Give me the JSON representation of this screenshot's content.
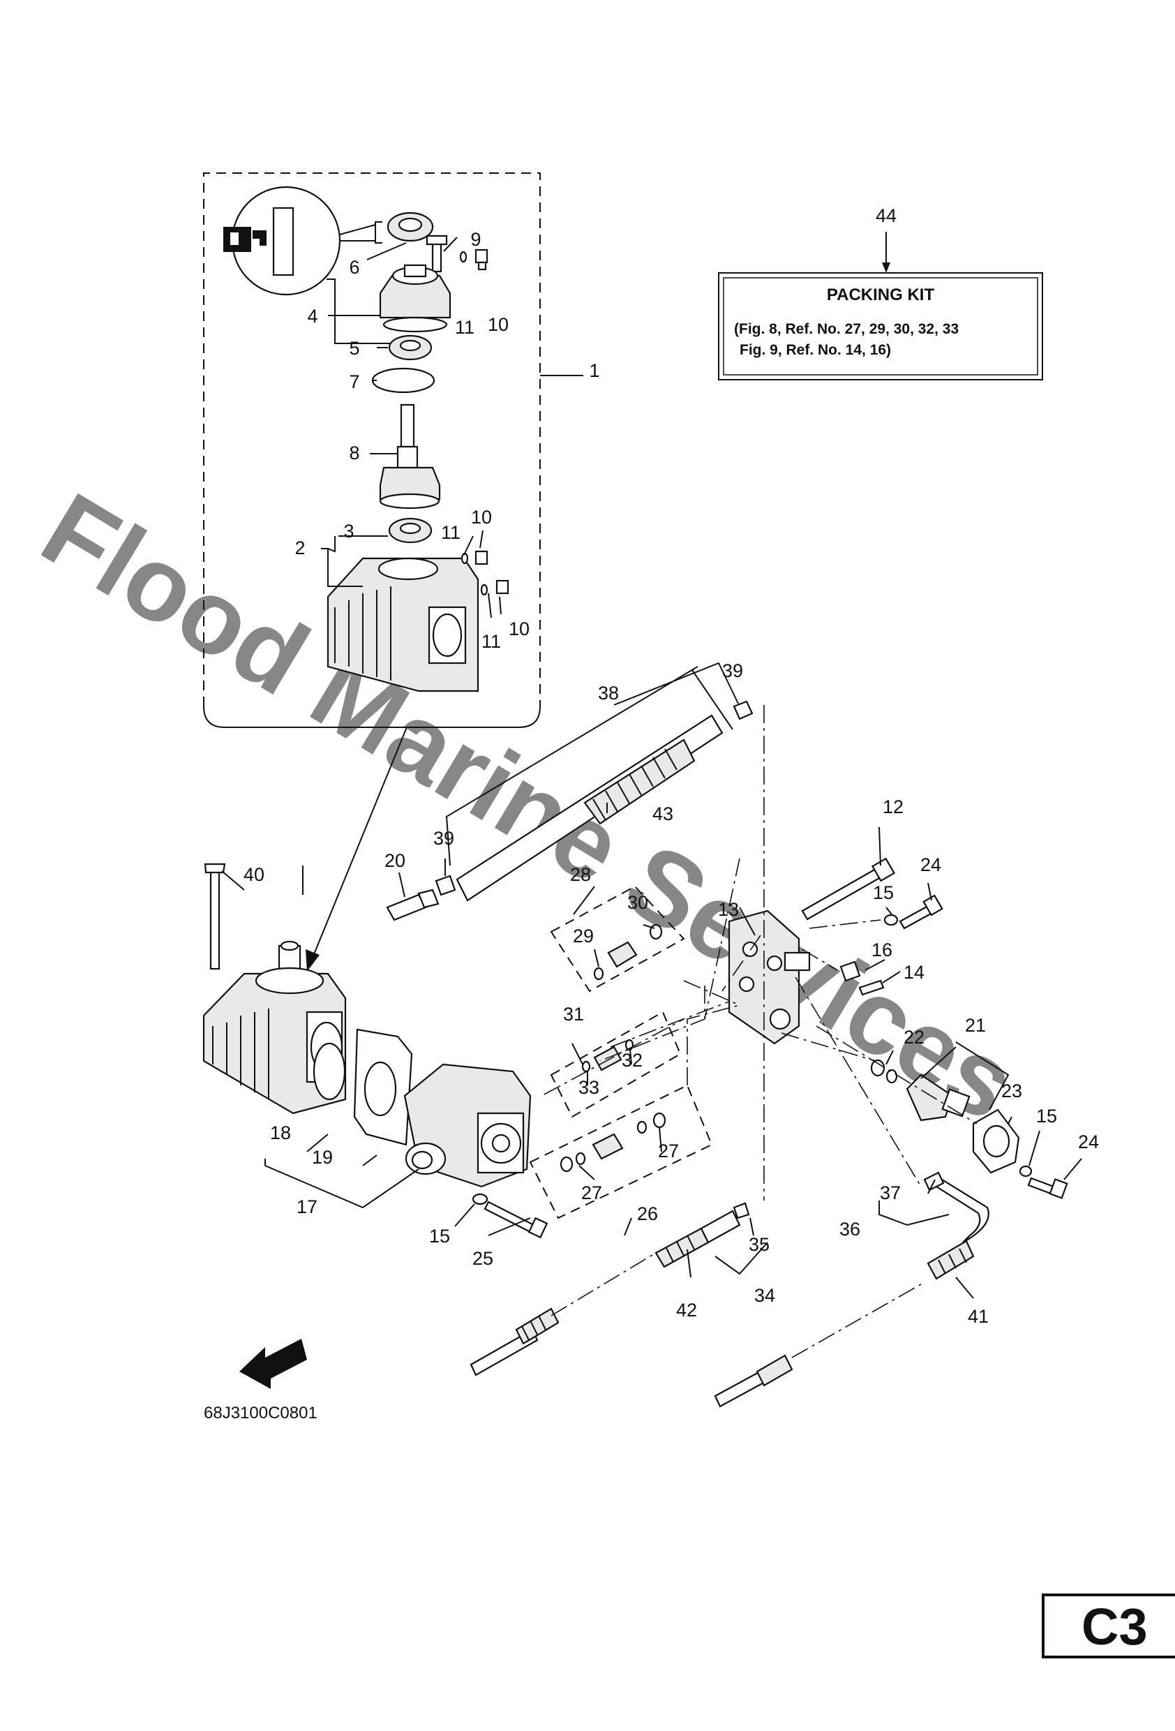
{
  "watermark": "Flood Marine Services",
  "packing_kit": {
    "ref": "44",
    "title": "PACKING KIT",
    "line1": "(Fig. 8, Ref. No. 27, 29, 30, 32, 33",
    "line2": "Fig. 9, Ref. No. 14, 16)"
  },
  "figure_code": "68J3100C0801",
  "page_code": "C3",
  "fwd_label": "FWD",
  "callouts": {
    "c1": "1",
    "c2": "2",
    "c3": "3",
    "c4": "4",
    "c5": "5",
    "c6": "6",
    "c7": "7",
    "c8": "8",
    "c9": "9",
    "c10a": "10",
    "c10b": "10",
    "c10c": "10",
    "c11a": "11",
    "c11b": "11",
    "c11c": "11",
    "c12": "12",
    "c13": "13",
    "c14": "14",
    "c15a": "15",
    "c15b": "15",
    "c15c": "15",
    "c16": "16",
    "c17": "17",
    "c18": "18",
    "c19": "19",
    "c20": "20",
    "c21": "21",
    "c22": "22",
    "c23": "23",
    "c24a": "24",
    "c24b": "24",
    "c25": "25",
    "c26": "26",
    "c27a": "27",
    "c27b": "27",
    "c28": "28",
    "c29": "29",
    "c30": "30",
    "c31": "31",
    "c32": "32",
    "c33": "33",
    "c34": "34",
    "c35": "35",
    "c36": "36",
    "c37": "37",
    "c38": "38",
    "c39a": "39",
    "c39b": "39",
    "c40": "40",
    "c41": "41",
    "c42": "42",
    "c43": "43"
  }
}
